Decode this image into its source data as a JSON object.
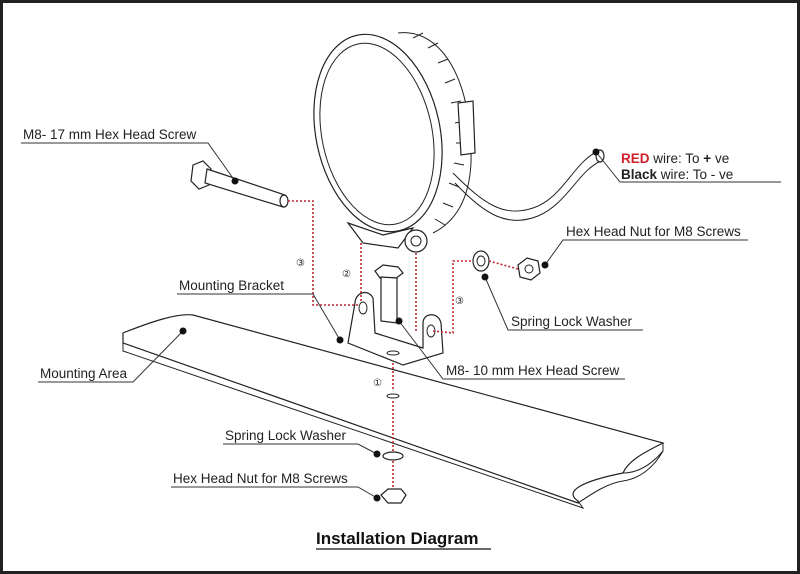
{
  "title": "Installation Diagram",
  "labels": {
    "screw_17": "M8- 17 mm Hex Head Screw",
    "mounting_bracket": "Mounting Bracket",
    "mounting_area": "Mounting Area",
    "screw_10": "M8- 10 mm Hex Head Screw",
    "spring_washer_right": "Spring Lock Washer",
    "hex_nut_right": "Hex Head Nut for M8 Screws",
    "spring_washer_bottom": "Spring Lock Washer",
    "hex_nut_bottom": "Hex Head Nut for M8 Screws"
  },
  "wiring": {
    "red_word": "RED",
    "red_rest": " wire: To ",
    "red_sign": "+",
    "red_end": " ve",
    "black_word": "Black",
    "black_rest": " wire: To - ve",
    "red_color": "#d0202a",
    "black_color": "#111111"
  },
  "steps": {
    "step1": "①",
    "step2": "②",
    "step3_left": "③",
    "step3_right": "③"
  },
  "colors": {
    "dashed_path": "#c0262d",
    "line": "#222222"
  }
}
